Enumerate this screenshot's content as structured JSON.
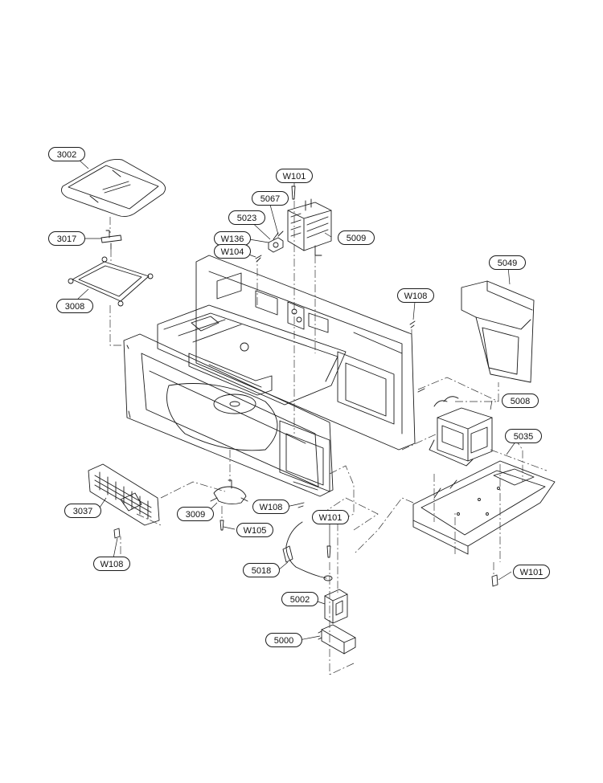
{
  "diagram": {
    "parts": [
      {
        "id": "3002",
        "label": "3002"
      },
      {
        "id": "3017",
        "label": "3017"
      },
      {
        "id": "3008",
        "label": "3008"
      },
      {
        "id": "w101-top",
        "label": "W101"
      },
      {
        "id": "5067",
        "label": "5067"
      },
      {
        "id": "5023",
        "label": "5023"
      },
      {
        "id": "w136",
        "label": "W136"
      },
      {
        "id": "w104",
        "label": "W104"
      },
      {
        "id": "5009",
        "label": "5009"
      },
      {
        "id": "5049",
        "label": "5049"
      },
      {
        "id": "w108-right",
        "label": "W108"
      },
      {
        "id": "5008",
        "label": "5008"
      },
      {
        "id": "5035",
        "label": "5035"
      },
      {
        "id": "3037",
        "label": "3037"
      },
      {
        "id": "3009",
        "label": "3009"
      },
      {
        "id": "w108-mid",
        "label": "W108"
      },
      {
        "id": "w105",
        "label": "W105"
      },
      {
        "id": "w101-mid",
        "label": "W101"
      },
      {
        "id": "w108-left",
        "label": "W108"
      },
      {
        "id": "5018",
        "label": "5018"
      },
      {
        "id": "w101-right",
        "label": "W101"
      },
      {
        "id": "5002",
        "label": "5002"
      },
      {
        "id": "5000",
        "label": "5000"
      }
    ]
  }
}
